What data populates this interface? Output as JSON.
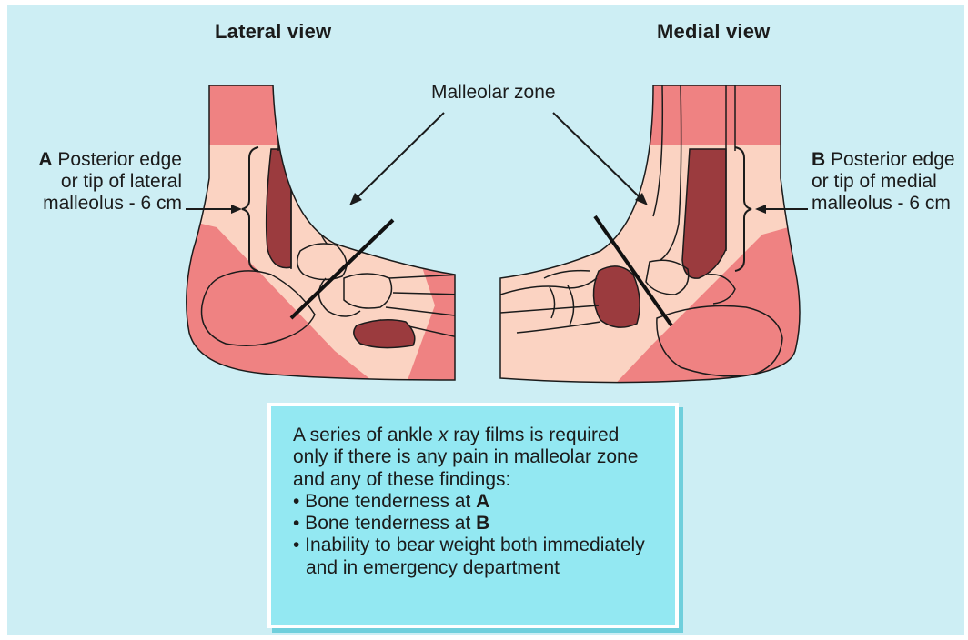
{
  "views": {
    "lateral_title": "Lateral view",
    "medial_title": "Medial view"
  },
  "zone_label": "Malleolar zone",
  "point_a": {
    "letter": "A",
    "line1": "Posterior edge",
    "line2": "or tip of lateral",
    "line3": "malleolus - 6 cm"
  },
  "point_b": {
    "letter": "B",
    "line1": "Posterior edge",
    "line2": "or tip of medial",
    "line3": "malleolus - 6 cm"
  },
  "rule": {
    "intro_1a": "A series of ankle ",
    "intro_1b": "x",
    "intro_1c": " ray films is required",
    "intro_2": "only if there is any pain in malleolar zone",
    "intro_3": "and any of these findings:",
    "bullet_1_text": "• Bone tenderness at ",
    "bullet_1_ref": "A",
    "bullet_2_text": "• Bone tenderness at ",
    "bullet_2_ref": "B",
    "bullet_3_line1": "• Inability to bear weight both immediately",
    "bullet_3_line2": "and in emergency department"
  },
  "colors": {
    "background": "#cdeef4",
    "skin_light": "#fbd3c2",
    "skin_dark": "#ef8282",
    "bone_shade": "#9b3b3e",
    "box_fill": "#93e8f2",
    "outline": "#1b1b1b"
  }
}
